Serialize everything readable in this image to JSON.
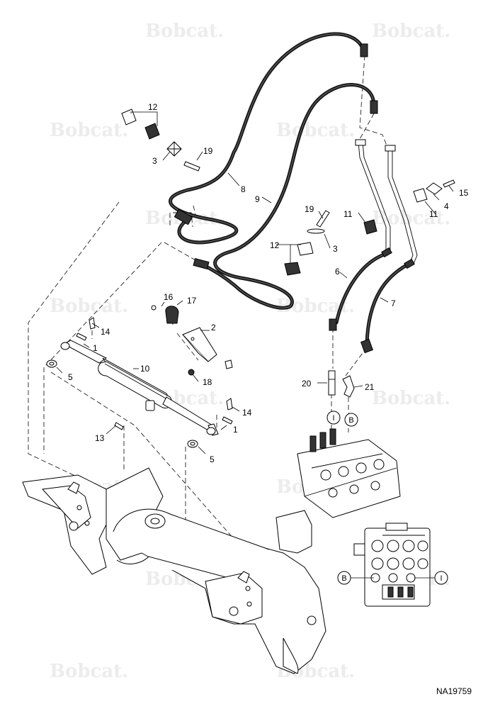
{
  "watermark_text": "Bobcat.",
  "drawing_code": "NA19759",
  "callouts": [
    "1",
    "1",
    "2",
    "3",
    "3",
    "4",
    "5",
    "5",
    "6",
    "7",
    "8",
    "9",
    "10",
    "11",
    "11",
    "12",
    "12",
    "13",
    "14",
    "14",
    "15",
    "16",
    "17",
    "18",
    "19",
    "19",
    "20",
    "21"
  ],
  "port_labels": {
    "inlet": "I",
    "base": "B"
  }
}
